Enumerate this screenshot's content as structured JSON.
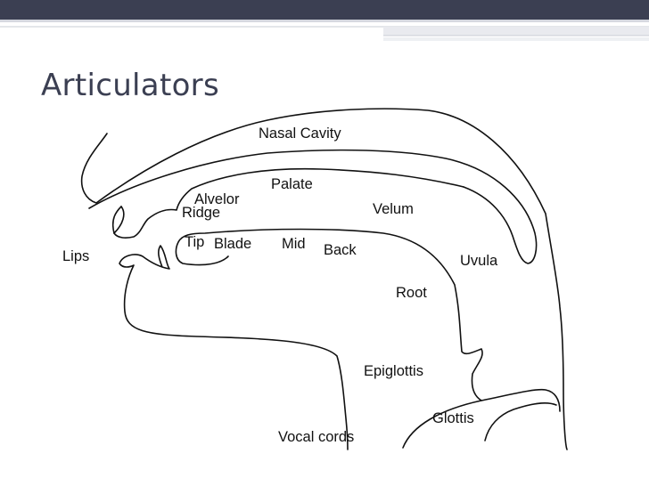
{
  "slide": {
    "title": "Articulators",
    "header_color": "#3b3f52"
  },
  "diagram": {
    "labels": {
      "nasal_cavity": "Nasal Cavity",
      "palate": "Palate",
      "alvelor": "Alvelor",
      "ridge": "Ridge",
      "velum": "Velum",
      "tip": "Tip",
      "blade": "Blade",
      "mid": "Mid",
      "back": "Back",
      "lips": "Lips",
      "uvula": "Uvula",
      "root": "Root",
      "epiglottis": "Epiglottis",
      "glottis": "Glottis",
      "vocal_cords": "Vocal cords"
    }
  }
}
